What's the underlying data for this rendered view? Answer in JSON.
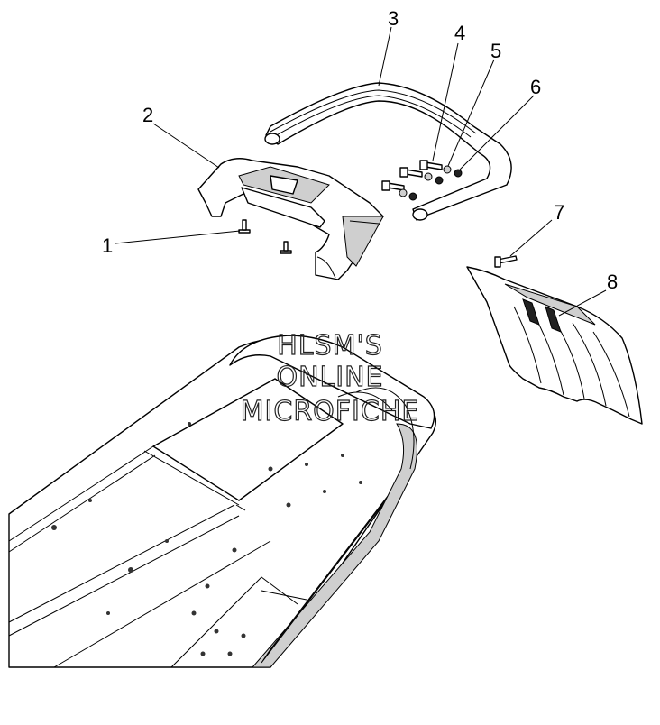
{
  "callouts": [
    {
      "number": "1",
      "part": "screw"
    },
    {
      "number": "2",
      "part": "rear bracket"
    },
    {
      "number": "3",
      "part": "grab handle"
    },
    {
      "number": "4",
      "part": "bolt"
    },
    {
      "number": "5",
      "part": "washer"
    },
    {
      "number": "6",
      "part": "nut"
    },
    {
      "number": "7",
      "part": "rivet"
    },
    {
      "number": "8",
      "part": "snow flap"
    }
  ],
  "watermark": {
    "line1": "HLSM'S",
    "line2": "ONLINE",
    "line3": "MICROFICHE"
  }
}
